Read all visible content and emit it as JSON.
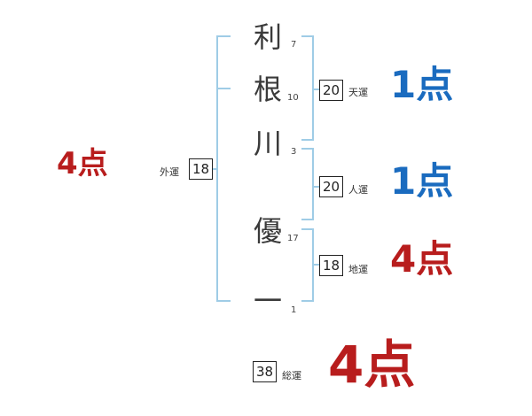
{
  "name_chars": [
    {
      "char": "利",
      "strokes": "7"
    },
    {
      "char": "根",
      "strokes": "10"
    },
    {
      "char": "川",
      "strokes": "3"
    },
    {
      "char": "優",
      "strokes": "17"
    },
    {
      "char": "一",
      "strokes": "1"
    }
  ],
  "gaiun": {
    "label": "外運",
    "value": "18",
    "score": "4点"
  },
  "tenun": {
    "label": "天運",
    "value": "20",
    "score": "1点"
  },
  "jinun": {
    "label": "人運",
    "value": "20",
    "score": "1点"
  },
  "chiun": {
    "label": "地運",
    "value": "18",
    "score": "4点"
  },
  "souun": {
    "label": "総運",
    "value": "38",
    "score": "4点"
  },
  "colors": {
    "blue": "#1a6bbf",
    "red": "#b81d1d",
    "bracket": "#9fcce6"
  }
}
